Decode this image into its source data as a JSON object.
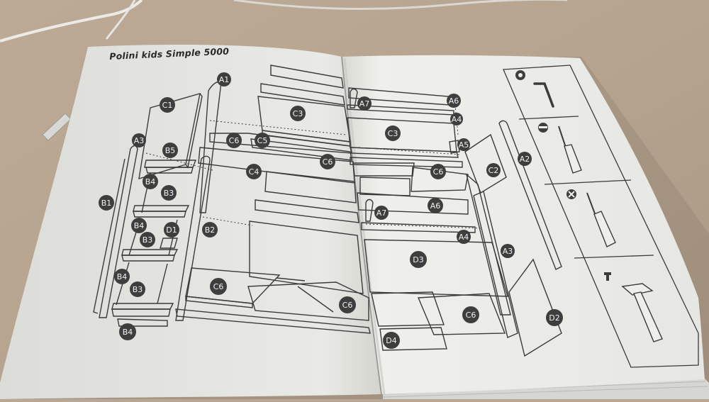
{
  "booklet": {
    "title": "Polini kids Simple 5000"
  },
  "labels": [
    "A1",
    "C1",
    "C6",
    "C5",
    "C3",
    "A3",
    "B5",
    "C4",
    "C6",
    "B4",
    "B3",
    "B1",
    "B4",
    "D1",
    "B2",
    "B3",
    "B4",
    "B3",
    "C6",
    "B4",
    "C6",
    "A7",
    "A6",
    "A4",
    "C3",
    "A5",
    "C6",
    "C2",
    "A2",
    "A6",
    "A7",
    "A4",
    "A3",
    "D3",
    "C6",
    "D2",
    "D4"
  ],
  "tool_icons": [
    "allen-key-icon",
    "flathead-screwdriver-icon",
    "phillips-screwdriver-icon",
    "hammer-icon"
  ],
  "colors": {
    "surface": "#b8a794",
    "paper_left": "#e7e7e3",
    "paper_right": "#eeeeea",
    "line": "#3b3b3b",
    "label_fill": "#3e3e3e",
    "label_text": "#f2f2f2"
  }
}
